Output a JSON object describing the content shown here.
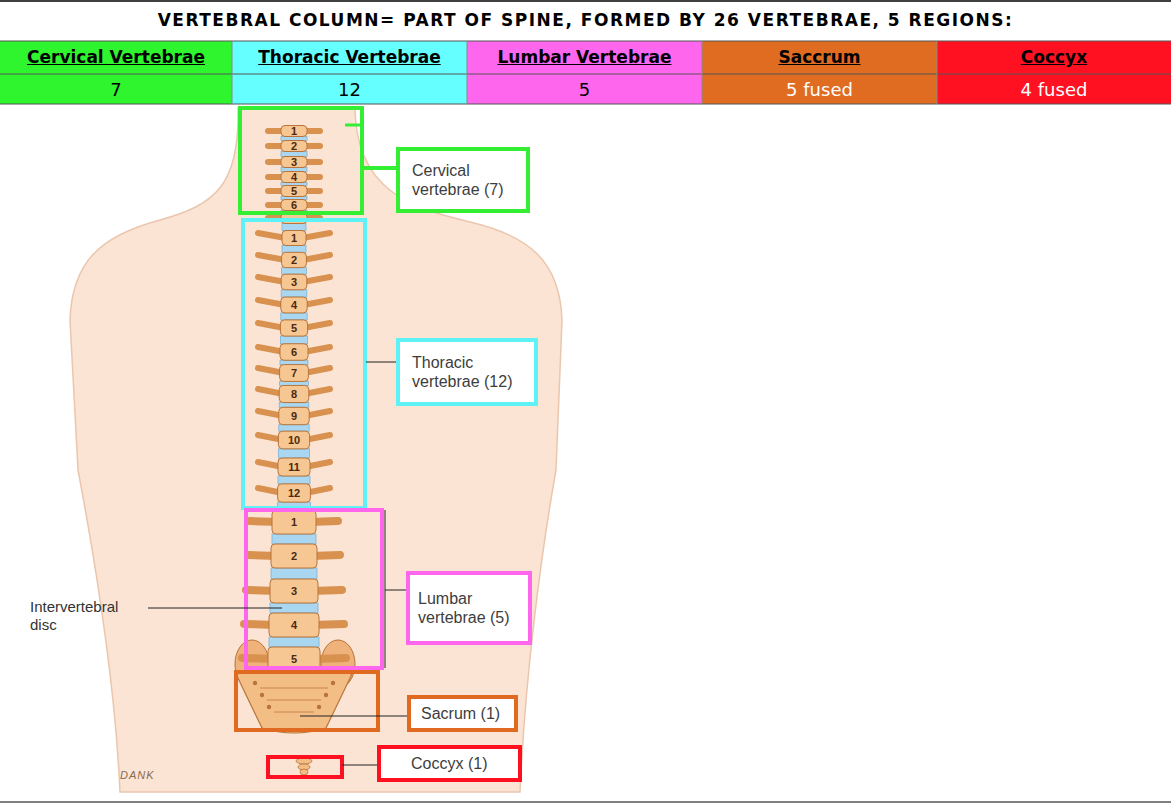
{
  "diagram": {
    "title": "VERTEBRAL COLUMN= PART OF SPINE, FORMED BY 26 VERTEBRAE, 5 REGIONS:",
    "nodes": [
      {
        "text": [
          "Cervical vertebrae (7)"
        ]
      },
      {
        "text": [
          "Thoracic vertebrae (12)"
        ]
      },
      {
        "text": [
          "Lumbar vertebrae (5)"
        ]
      },
      {
        "text": [
          "Sacrum (1)"
        ]
      },
      {
        "text": [
          "Coccyx (1)"
        ]
      }
    ],
    "labels": [
      "Cervical Vertebrae",
      "Thoracic Vertebrae",
      "Lumbar Vertebrae",
      "Saccrum",
      "Coccyx",
      "7",
      "12",
      "5",
      "5 fused",
      "4 fused",
      "1",
      "2",
      "3",
      "4",
      "5",
      "6",
      "1",
      "2",
      "3",
      "4",
      "5",
      "6",
      "7",
      "8",
      "9",
      "10",
      "11",
      "12",
      "1",
      "2",
      "3",
      "4",
      "5",
      "Intervertebral disc",
      "DANK"
    ]
  }
}
